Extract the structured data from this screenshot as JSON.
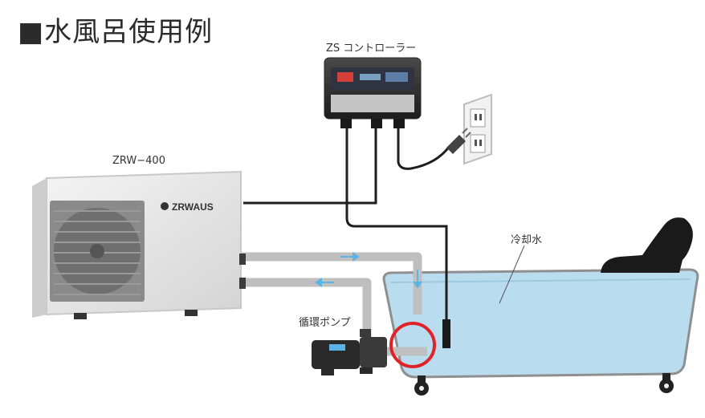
{
  "title": "■水風呂使用例",
  "labels": {
    "controller": "ZS コントローラー",
    "heat_pump": "ZRW−400",
    "heat_pump_brand": "ZRWAUS",
    "cold_water": "冷却水",
    "pump": "循環ポンプ"
  },
  "colors": {
    "pipe": "#bfbfbf",
    "water": "#b9dcef",
    "highlight": "#e0232b",
    "flow_arrow": "#5ab4e6",
    "cable": "#1e1e1e"
  }
}
